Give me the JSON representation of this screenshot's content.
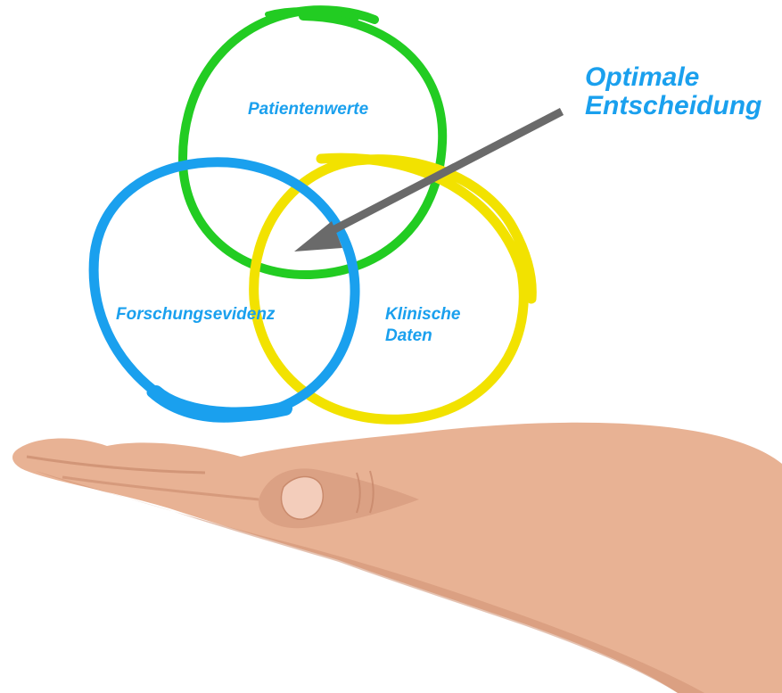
{
  "diagram": {
    "callout": {
      "line1": "Optimale",
      "line2": "Entscheidung"
    },
    "circles": [
      {
        "id": "patient-values",
        "label_lines": [
          "Patientenwerte"
        ],
        "color": "#22cc22"
      },
      {
        "id": "research-evidence",
        "label_lines": [
          "Forschungsevidenz"
        ],
        "color": "#1aa0ee"
      },
      {
        "id": "clinical-data",
        "label_lines": [
          "Klinische",
          "Daten"
        ],
        "color": "#f2e200"
      }
    ],
    "arrow_color": "#6a6a6a",
    "text_color": "#1aa0ee",
    "hand_icon": "open-palm-hand-illustration"
  }
}
